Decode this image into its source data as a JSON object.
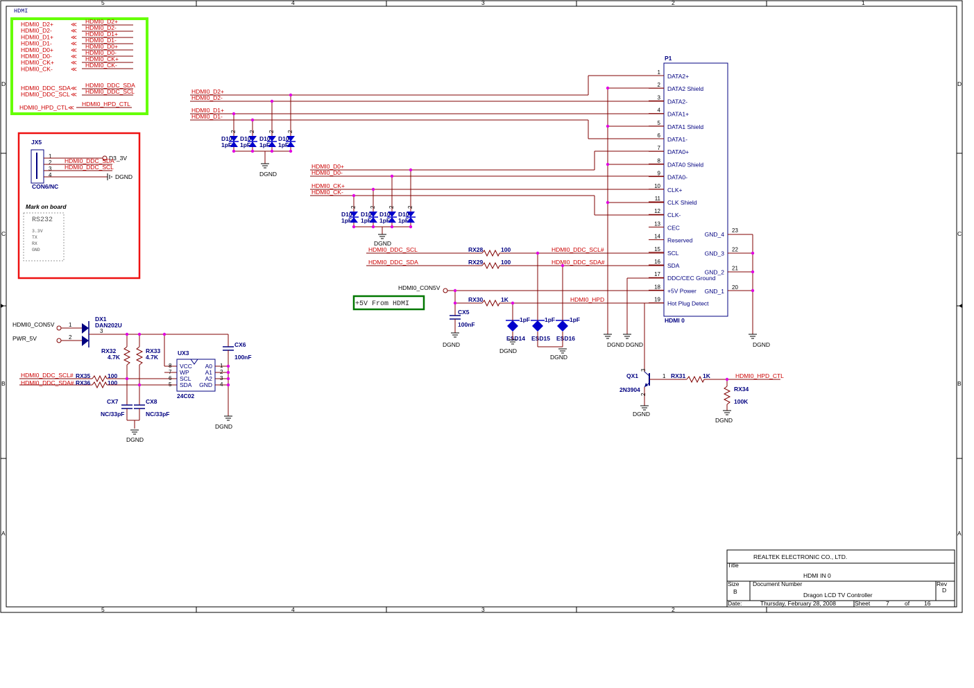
{
  "border": {
    "cols": [
      "5",
      "4",
      "3",
      "2",
      "1"
    ],
    "rows": [
      "D",
      "C",
      "B",
      "A"
    ]
  },
  "hdmi_box": {
    "title": "HDMI",
    "left_labels": [
      "HDMI0_D2+",
      "HDMI0_D2-",
      "HDMI0_D1+",
      "HDMI0_D1-",
      "HDMI0_D0+",
      "HDMI0_D0-",
      "HDMI0_CK+",
      "HDMI0_CK-"
    ],
    "right_labels": [
      "HDMI0_D2+",
      "HDMI0_D2-",
      "HDMI0_D1+",
      "HDMI0_D1-",
      "HDMI0_D0+",
      "HDMI0_D0-",
      "HDMI0_CK+",
      "HDMI0_CK-"
    ],
    "ddc_left": [
      "HDMI0_DDC_SDA",
      "HDMI0_DDC_SCL"
    ],
    "ddc_right": [
      "HDMI0_DDC_SDA",
      "HDMI0_DDC_SCL"
    ],
    "hpd_left": "HDMI0_HPD_CTL",
    "hpd_right": "HDMI0_HPD_CTL",
    "border_color": "#66ff00"
  },
  "jx5_box": {
    "ref": "JX5",
    "part": "CON6/NC",
    "pins": [
      "1",
      "2",
      "3",
      "4"
    ],
    "nets": [
      "HDMI0_DDC_SDA",
      "HDMI0_DDC_SCL"
    ],
    "power": "D3_3V",
    "ground": "DGND",
    "mark_title": "Mark on board",
    "mark_heading": "RS232",
    "mark_lines": [
      "3.3V",
      "TX",
      "RX",
      "GND"
    ],
    "border_color": "#ee1111"
  },
  "connector": {
    "ref": "P1",
    "name": "HDMI 0",
    "pins": [
      {
        "no": "1",
        "name": "DATA2+"
      },
      {
        "no": "2",
        "name": "DATA2 Shield"
      },
      {
        "no": "3",
        "name": "DATA2-"
      },
      {
        "no": "4",
        "name": "DATA1+"
      },
      {
        "no": "5",
        "name": "DATA1 Shield"
      },
      {
        "no": "6",
        "name": "DATA1-"
      },
      {
        "no": "7",
        "name": "DATA0+"
      },
      {
        "no": "8",
        "name": "DATA0 Shield"
      },
      {
        "no": "9",
        "name": "DATA0-"
      },
      {
        "no": "10",
        "name": "CLK+"
      },
      {
        "no": "11",
        "name": "CLK Shield"
      },
      {
        "no": "12",
        "name": "CLK-"
      },
      {
        "no": "13",
        "name": "CEC"
      },
      {
        "no": "14",
        "name": "Reserved"
      },
      {
        "no": "15",
        "name": "SCL"
      },
      {
        "no": "16",
        "name": "SDA"
      },
      {
        "no": "17",
        "name": "DDC/CEC Ground"
      },
      {
        "no": "18",
        "name": "+5V Power"
      },
      {
        "no": "19",
        "name": "Hot Plug Detect"
      }
    ],
    "gnd_pins": [
      {
        "no": "23",
        "name": "GND_4"
      },
      {
        "no": "22",
        "name": "GND_3"
      },
      {
        "no": "21",
        "name": "GND_2"
      },
      {
        "no": "20",
        "name": "GND_1"
      }
    ]
  },
  "nets": {
    "d2p": "HDMI0_D2+",
    "d2n": "HDMI0_D2-",
    "d1p": "HDMI0_D1+",
    "d1n": "HDMI0_D1-",
    "d0p": "HDMI0_D0+",
    "d0n": "HDMI0_D0-",
    "ckp": "HDMI0_CK+",
    "ckn": "HDMI0_CK-",
    "scl": "HDMI0_DDC_SCL",
    "sda": "HDMI0_DDC_SDA",
    "scl_n": "HDMI0_DDC_SCL#",
    "sda_n": "HDMI0_DDC_SDA#",
    "con5v": "HDMI0_CON5V",
    "hpd": "HDMI0_HPD",
    "hpd_ctl": "HDMI0_HPD_CTL",
    "pwr5v": "PWR_5V",
    "dgnd": "DGND"
  },
  "diodes": {
    "ref": "D10",
    "value": "1pF",
    "pin": "2"
  },
  "resistors": {
    "rx28": {
      "ref": "RX28",
      "value": "100"
    },
    "rx29": {
      "ref": "RX29",
      "value": "100"
    },
    "rx30": {
      "ref": "RX30",
      "value": "1K"
    },
    "rx31": {
      "ref": "RX31",
      "value": "1K"
    },
    "rx32": {
      "ref": "RX32",
      "value": "4.7K"
    },
    "rx33": {
      "ref": "RX33",
      "value": "4.7K"
    },
    "rx34": {
      "ref": "RX34",
      "value": "100K"
    },
    "rx35": {
      "ref": "RX35",
      "value": "100"
    },
    "rx36": {
      "ref": "RX36",
      "value": "100"
    }
  },
  "caps": {
    "cx5": {
      "ref": "CX5",
      "value": "100nF"
    },
    "cx6": {
      "ref": "CX6",
      "value": "100nF"
    },
    "cx7": {
      "ref": "CX7",
      "value": "NC/33pF"
    },
    "cx8": {
      "ref": "CX8",
      "value": "NC/33pF"
    }
  },
  "esd": {
    "value": "1pF",
    "refs": [
      "ESD14",
      "ESD15",
      "ESD16"
    ]
  },
  "note_5v": "+5V From HDMI",
  "dx1": {
    "ref": "DX1",
    "part": "DAN202U",
    "pins": [
      "1",
      "2",
      "3"
    ]
  },
  "ux3": {
    "ref": "UX3",
    "part": "24C02",
    "left": [
      {
        "no": "8",
        "name": "VCC"
      },
      {
        "no": "7",
        "name": "WP"
      },
      {
        "no": "6",
        "name": "SCL"
      },
      {
        "no": "5",
        "name": "SDA"
      }
    ],
    "right": [
      {
        "no": "1",
        "name": "A0"
      },
      {
        "no": "2",
        "name": "A1"
      },
      {
        "no": "3",
        "name": "A2"
      },
      {
        "no": "4",
        "name": "GND"
      }
    ]
  },
  "qx1": {
    "ref": "QX1",
    "part": "2N3904",
    "pins": [
      "1",
      "2",
      "3"
    ]
  },
  "title_block": {
    "company": "REALTEK  ELECTRONIC  CO.,  LTD.",
    "title_label": "Title",
    "title": "HDMI IN 0",
    "size_label": "Size",
    "size": "B",
    "docnum_label": "Document Number",
    "docnum": "Dragon LCD TV Controller",
    "rev_label": "Rev",
    "rev": "D",
    "date_label": "Date:",
    "date": "Thursday, February 28, 2008",
    "sheet_label": "Sheet",
    "sheet": "7",
    "of_label": "of",
    "sheet_total": "16"
  }
}
